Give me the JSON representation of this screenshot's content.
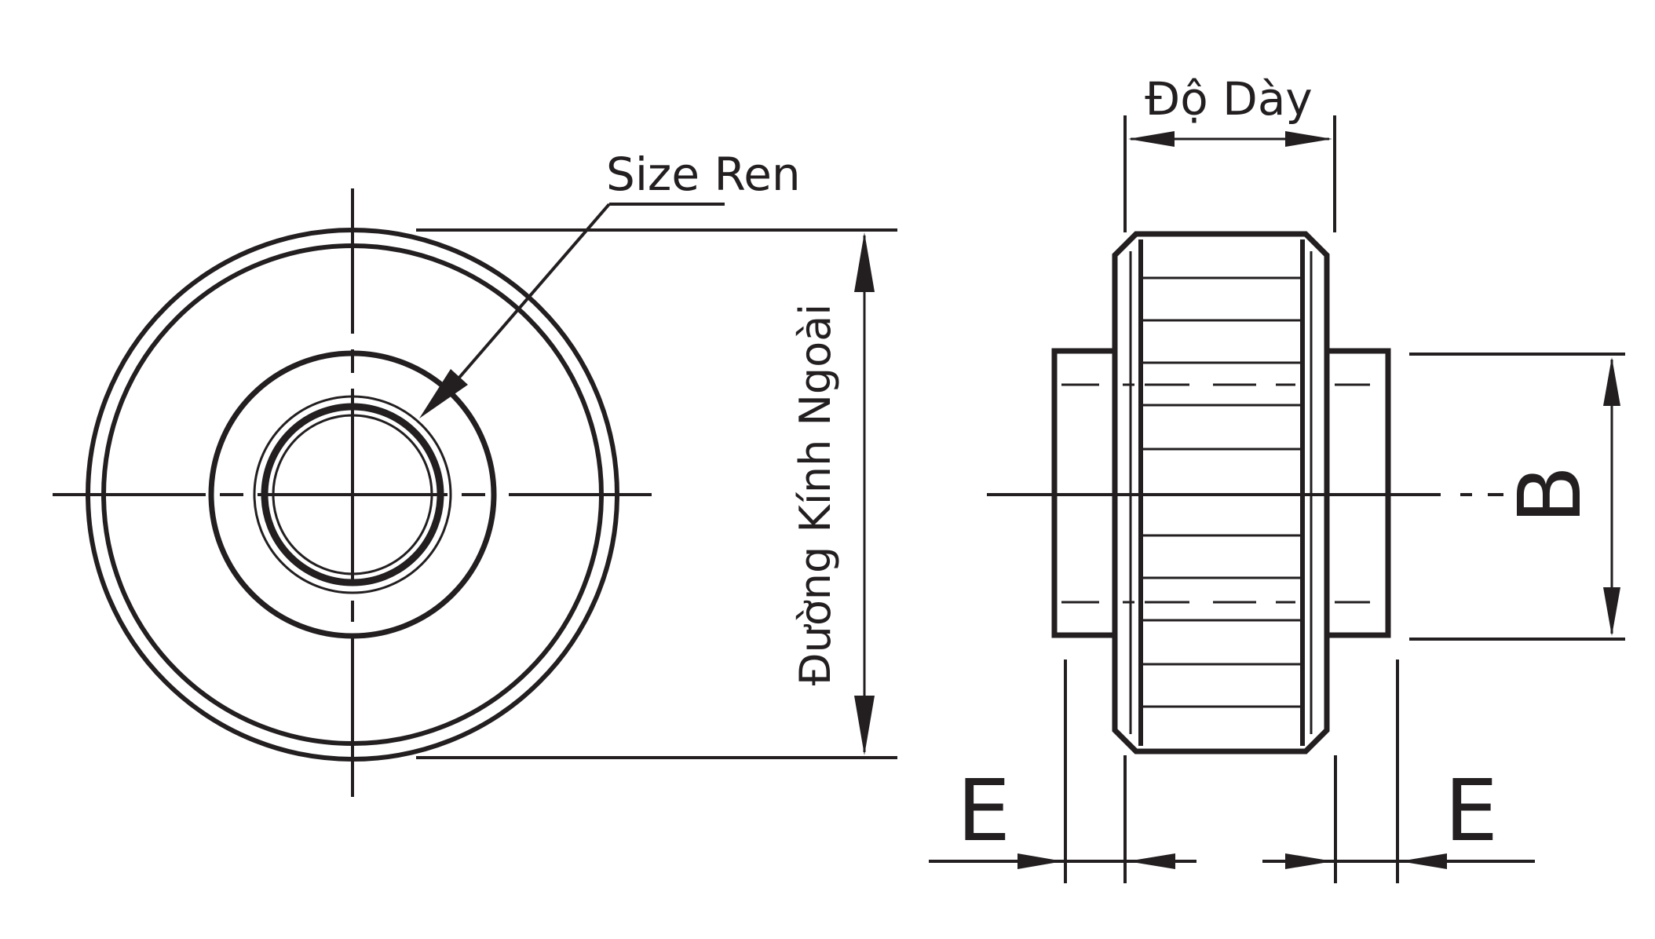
{
  "labels": {
    "size_ren": "Size Ren",
    "do_day": "Độ Dày",
    "duong_kinh_ngoai": "Đường Kính Ngoài",
    "b": "B",
    "e_left": "E",
    "e_right": "E"
  },
  "colors": {
    "line": "#231f20",
    "background": "#ffffff"
  }
}
